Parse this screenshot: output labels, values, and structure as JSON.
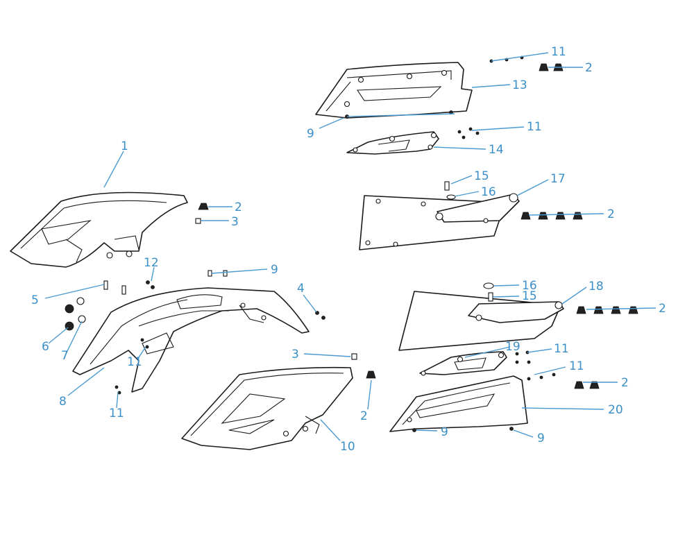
{
  "callouts": {
    "c1": "1",
    "c2a": "2",
    "c3a": "3",
    "c12": "12",
    "c9a": "9",
    "c4": "4",
    "c5": "5",
    "c6": "6",
    "c7": "7",
    "c8": "8",
    "c11a": "11",
    "c11b": "11",
    "c3b": "3",
    "c2b": "2",
    "c10": "10",
    "c11c": "11",
    "c2c": "2",
    "c13": "13",
    "c9b": "9",
    "c11d": "11",
    "c14": "14",
    "c15a": "15",
    "c16a": "16",
    "c17": "17",
    "c2d": "2",
    "c16b": "16",
    "c18": "18",
    "c15b": "15",
    "c2e": "2",
    "c19": "19",
    "c11e": "11",
    "c11f": "11",
    "c2f": "2",
    "c20": "20",
    "c9c": "9",
    "c9d": "9"
  },
  "colors": {
    "callout": "#3a8fc8",
    "line_art": "#1a1a1a",
    "background": "#ffffff"
  }
}
